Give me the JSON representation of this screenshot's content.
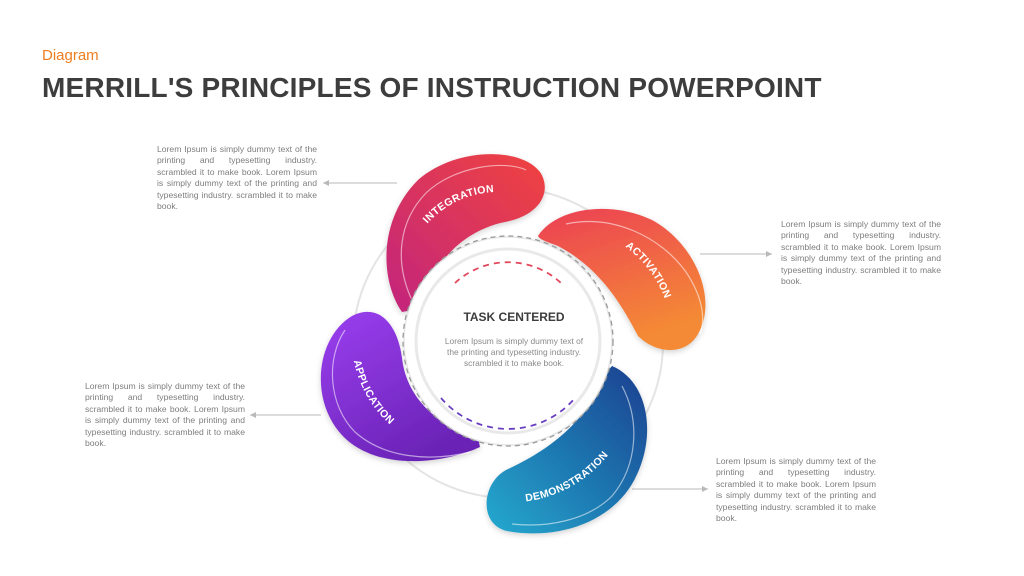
{
  "header": {
    "kicker": "Diagram",
    "title": "MERRILL'S PRINCIPLES OF INSTRUCTION POWERPOINT"
  },
  "center": {
    "title": "TASK CENTERED",
    "text_lines": [
      "Lorem Ipsum is simply dummy text of",
      "the printing and typesetting industry.",
      "scrambled it to make book."
    ]
  },
  "segments": [
    {
      "label": "INTEGRATION",
      "color_start": "#c2257d",
      "color_end": "#f0433f"
    },
    {
      "label": "ACTIVATION",
      "color_start": "#ec3f55",
      "color_end": "#f48a35"
    },
    {
      "label": "DEMONSTRATION",
      "color_start": "#22aacf",
      "color_end": "#1b3f8f"
    },
    {
      "label": "APPLICATION",
      "color_start": "#9b3ff0",
      "color_end": "#6a23b6"
    }
  ],
  "descriptions": {
    "integration": "Lorem Ipsum is simply dummy text of the printing and typesetting industry. scrambled it to make book. Lorem Ipsum is simply dummy text of the printing and typesetting industry. scrambled it to make book.",
    "activation": "Lorem Ipsum is simply dummy text of the printing and typesetting industry. scrambled it to make book. Lorem Ipsum is simply dummy text of the printing and typesetting industry. scrambled it to make book.",
    "application": "Lorem Ipsum is simply dummy text of the printing and typesetting industry. scrambled it to make book. Lorem Ipsum is simply dummy text of the printing and typesetting industry. scrambled it to make book.",
    "demonstration": "Lorem Ipsum is simply dummy text of the printing and typesetting industry. scrambled it to make book. Lorem Ipsum is simply dummy text of the printing and typesetting industry. scrambled it to make book."
  },
  "colors": {
    "title": "#3d3d3d",
    "kicker": "#ee7d1f",
    "body_text": "#7d7d7d",
    "connector": "#b9b9b9",
    "dash_top": "#e0485c",
    "dash_bottom": "#6a3fc0"
  }
}
